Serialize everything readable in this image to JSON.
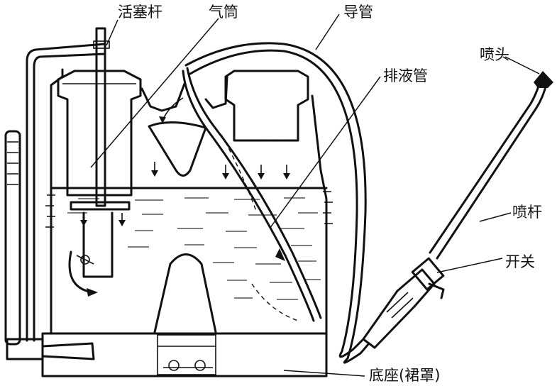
{
  "labels": {
    "piston_rod": "活塞杆",
    "air_cylinder": "气筒",
    "guide_tube": "导管",
    "discharge_tube": "排液管",
    "nozzle": "喷头",
    "spray_rod": "喷杆",
    "switch": "开关",
    "base": "底座(裙罩)"
  }
}
